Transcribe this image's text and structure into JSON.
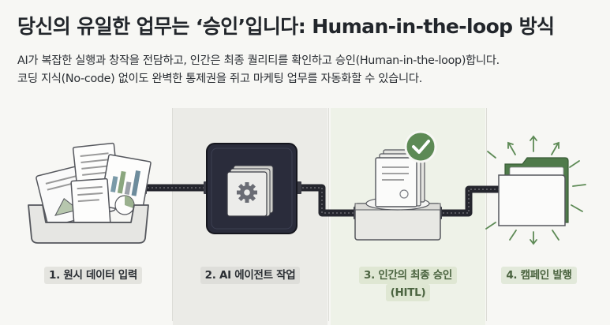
{
  "header": {
    "title": "당신의 유일한 업무는 ‘승인’입니다: Human-in-the-loop 방식",
    "description_lines": [
      "AI가 복잡한 실행과 창작을 전담하고, 인간은 최종 퀄리티를 확인하고 승인(Human-in-the-loop)합니다.",
      "코딩 지식(No-code) 없이도 완벽한 통제권을 쥐고 마케팅 업무를 자동화할 수 있습니다."
    ]
  },
  "steps": [
    {
      "label": "1. 원시 데이터 입력",
      "icon": "data-tray-icon"
    },
    {
      "label": "2. AI 에이전트 작업",
      "icon": "ai-gear-box-icon"
    },
    {
      "label": "3. 인간의 최종 승인",
      "label_line2": "(HITL)",
      "icon": "approval-check-icon"
    },
    {
      "label": "4. 캠페인 발행",
      "icon": "campaign-folder-icon"
    }
  ],
  "colors": {
    "accent_green": "#5d8a55",
    "dark_box": "#2a2c3b",
    "pipe": "#25262e",
    "highlight_bg": "#eef2e8"
  }
}
